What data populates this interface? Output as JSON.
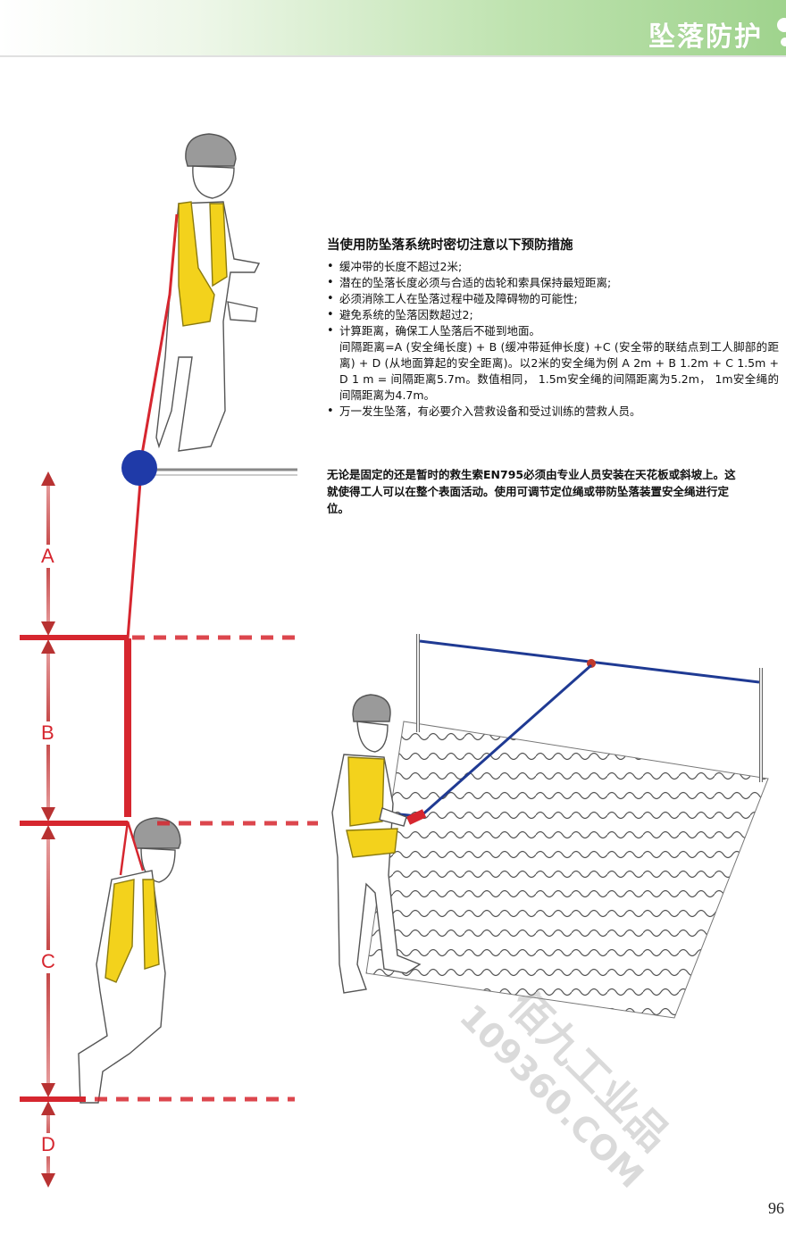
{
  "header": {
    "title": "坠落防护"
  },
  "notes": {
    "title": "当使用防坠落系统时密切注意以下预防措施",
    "items": [
      "缓冲带的长度不超过2米;",
      "潜在的坠落长度必须与合适的齿轮和索具保持最短距离;",
      "必须消除工人在坠落过程中碰及障碍物的可能性;",
      "避免系统的坠落因数超过2;",
      "计算距离，确保工人坠落后不碰到地面。"
    ],
    "formula": "间隔距离=A (安全绳长度)  + B (缓冲带延伸长度) +C (安全带的联结点到工人脚部的距离) + D (从地面算起的安全距离)。以2米的安全绳为例 A 2m + B 1.2m + C 1.5m + D 1 m = 间隔距离5.7m。数值相同， 1.5m安全绳的间隔距离为5.2m， 1m安全绳的间隔距离为4.7m。",
    "last_item": "万一发生坠落，有必要介入营救设备和受过训练的营救人员。"
  },
  "paragraph": "无论是固定的还是暂时的救生索EN795必须由专业人员安装在天花板或斜坡上。这就使得工人可以在整个表面活动。使用可调节定位绳或带防坠落装置安全绳进行定位。",
  "diagram_labels": {
    "a": "A",
    "b": "B",
    "c": "C",
    "d": "D"
  },
  "watermark": {
    "line1": "佰九工业品",
    "line2": "109360.COM"
  },
  "page_number": "96",
  "colors": {
    "accent_red": "#d6262f",
    "rope_blue": "#1f3a93",
    "harness_yellow": "#f3d21c",
    "header_green": "#9fd38d"
  }
}
